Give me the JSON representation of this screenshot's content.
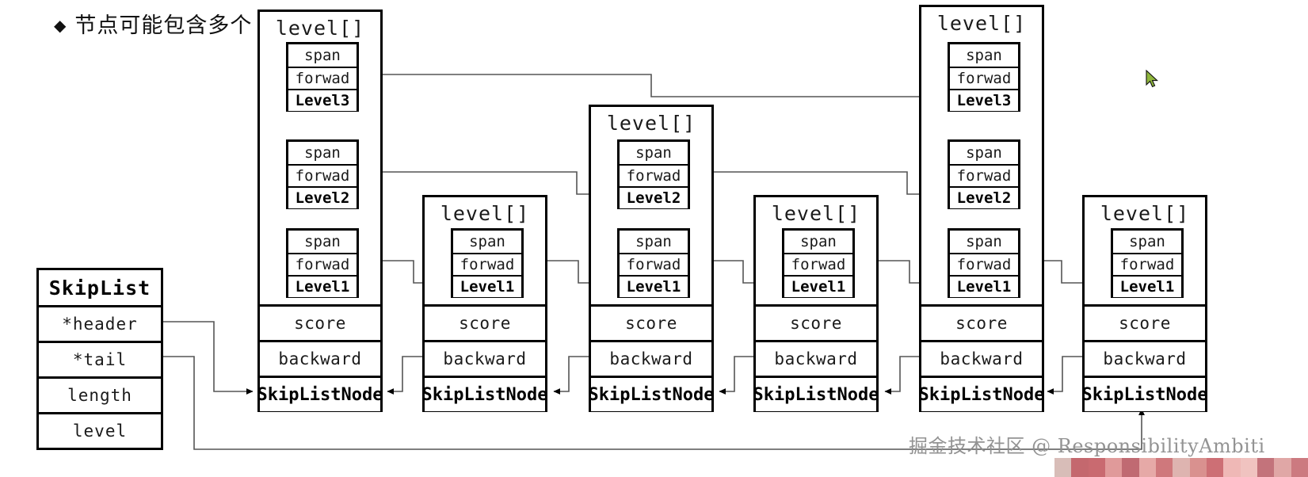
{
  "page": {
    "heading_bullet": "◆",
    "heading_text": "节点可能包含多个        度不同。",
    "watermark": "掘金技术社区 @ ResponsibilityAmbiti",
    "cursor_icon": "mouse-pointer-icon",
    "cursor_color": "#8fb63c",
    "strip_colors": [
      "#d8bdb8",
      "#c4686e",
      "#c96a70",
      "#e09a9a",
      "#c06a72",
      "#e6a9a7",
      "#cf787c",
      "#deb4b0",
      "#d9918f",
      "#cd6f75",
      "#efb8b6",
      "#f0c3c0",
      "#c3737b",
      "#e0a7a6",
      "#cc7a80"
    ]
  },
  "skiplist": {
    "title": "SkipList",
    "fields": [
      "*header",
      "*tail",
      "length",
      "level"
    ]
  },
  "node_labels": {
    "level_array": "level[]",
    "span": "span",
    "forward": "forwad",
    "score": "score",
    "backward": "backward",
    "node_name": "SkipListNode",
    "level3": "Level3",
    "level2": "Level2",
    "level1": "Level1"
  },
  "nodes": [
    {
      "id": "node-1",
      "levels": [
        "Level3",
        "Level2",
        "Level1"
      ],
      "score": "score",
      "backward": "backward",
      "name": "SkipListNode"
    },
    {
      "id": "node-2",
      "levels": [
        "Level1"
      ],
      "score": "score",
      "backward": "backward",
      "name": "SkipListNode"
    },
    {
      "id": "node-3",
      "levels": [
        "Level2",
        "Level1"
      ],
      "score": "score",
      "backward": "backward",
      "name": "SkipListNode"
    },
    {
      "id": "node-4",
      "levels": [
        "Level1"
      ],
      "score": "score",
      "backward": "backward",
      "name": "SkipListNode"
    },
    {
      "id": "node-5",
      "levels": [
        "Level3",
        "Level2",
        "Level1"
      ],
      "score": "score",
      "backward": "backward",
      "name": "SkipListNode"
    },
    {
      "id": "node-6",
      "levels": [
        "Level1"
      ],
      "score": "score",
      "backward": "backward",
      "name": "SkipListNode"
    }
  ]
}
